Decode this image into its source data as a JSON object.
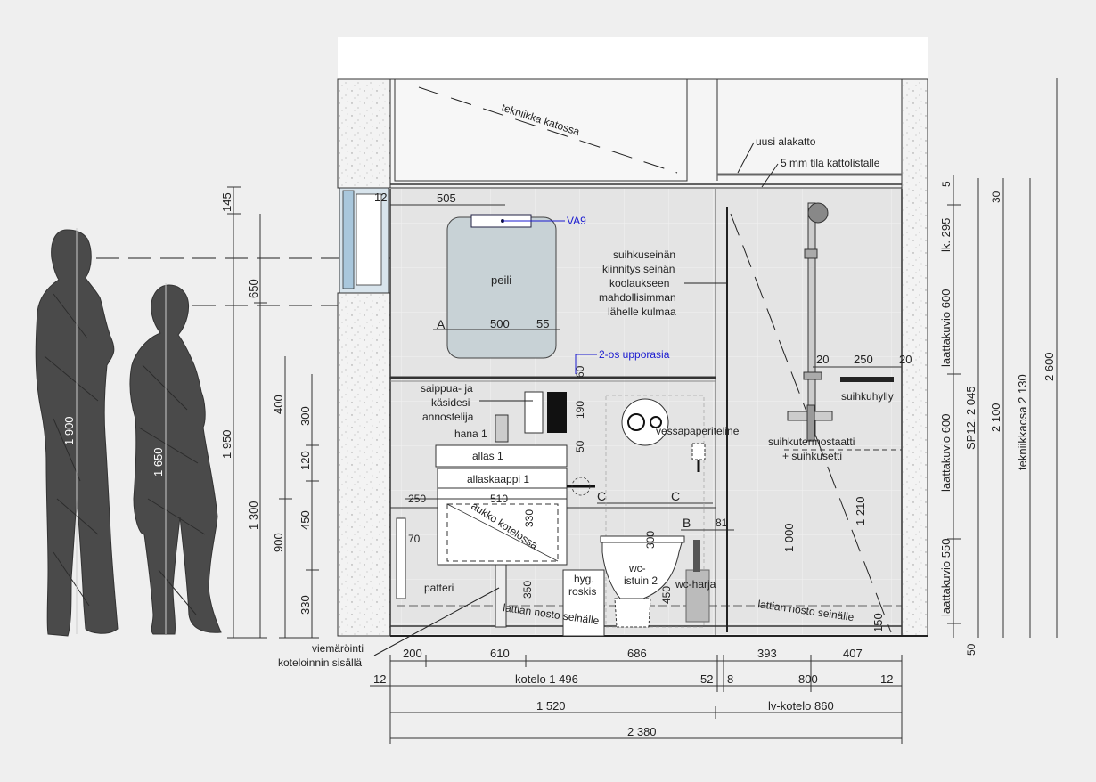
{
  "texts": {
    "tekniikka_katossa": "tekniikka katossa",
    "uusi_alakatto": "uusi alakatto",
    "tila_kattolistalle": "5 mm tila kattolistalle",
    "va9": "VA9",
    "peili": "peili",
    "suihkuseinan": [
      "suihkuseinän",
      "kiinnitys seinän",
      "koolaukseen",
      "mahdollisimman",
      "lähelle kulmaa"
    ],
    "upporasia": "2-os upporasia",
    "saippua": [
      "saippua- ja",
      "käsidesi",
      "annostelija"
    ],
    "hana": "hana 1",
    "allas": "allas 1",
    "allaskaappi": "allaskaappi 1",
    "aukko_kotelossa": "aukko kotelossa",
    "vessapaperiteline": "vessapaperiteline",
    "suihkuhylly": "suihkuhylly",
    "suihkutermostaatti": [
      "suihkutermostaatti",
      "+ suihkusetti"
    ],
    "patteri": "patteri",
    "hyg_roskis": [
      "hyg.",
      "roskis"
    ],
    "wc_istuin": [
      "wc-",
      "istuin 2"
    ],
    "wc_harja": "wc-harja",
    "lattian_nosto_1": "lattian nosto seinälle",
    "lattian_nosto_2": "lattian nosto seinälle",
    "viemarointi": [
      "viemäröinti",
      "koteloinnin sisällä"
    ],
    "marker_a": "A",
    "marker_b": "B",
    "marker_c1": "C",
    "marker_c2": "C"
  },
  "dims": {
    "d145": "145",
    "d650": "650",
    "d1950": "1 950",
    "d1300": "1 300",
    "d900": "900",
    "d400": "400",
    "d300": "300",
    "d120": "120",
    "d450": "450",
    "d330": "330",
    "d12_top": "12",
    "d505": "505",
    "dA500": "500",
    "dA55": "55",
    "d60": "60",
    "d190": "190",
    "d50": "50",
    "d250_left": "250",
    "d510": "510",
    "d330_b": "330",
    "d70": "70",
    "d350": "350",
    "d300_b": "300",
    "d450_b": "450",
    "d81": "81",
    "d20_a": "20",
    "d250_r": "250",
    "d20_b": "20",
    "d1000": "1 000",
    "d1210": "1 210",
    "d150": "150",
    "d5": "5",
    "d30": "30",
    "lk295": "lk. 295",
    "laattakuvio600a": "laattakuvio 600",
    "laattakuvio600b": "laattakuvio 600",
    "laattakuvio550": "laattakuvio 550",
    "sp12": "SP12: 2 045",
    "d2100": "2 100",
    "tekniikkaosa": "tekniikkaosa 2 130",
    "d2600": "2 600",
    "d50_bottom": "50",
    "h1900": "1 900",
    "h1650": "1 650",
    "b200": "200",
    "b610": "610",
    "b686": "686",
    "b393": "393",
    "b407": "407",
    "c12a": "12",
    "kotelo": "kotelo 1 496",
    "c52": "52",
    "c8": "8",
    "c800": "800",
    "c12b": "12",
    "t1520": "1 520",
    "lvkotelo": "lv-kotelo 860",
    "total": "2 380"
  }
}
